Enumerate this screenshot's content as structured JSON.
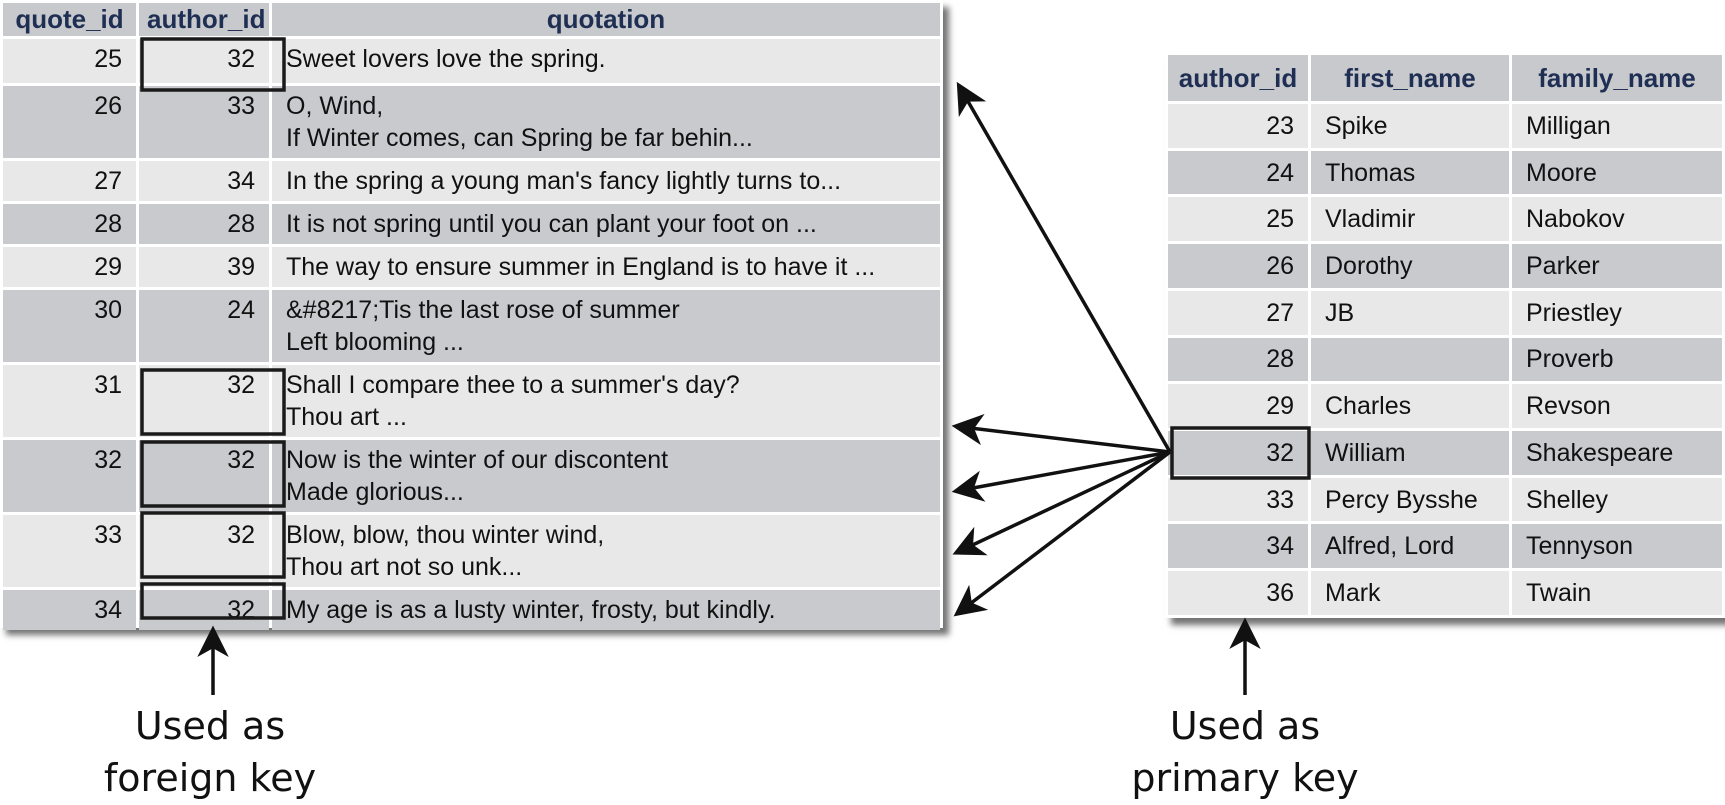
{
  "quotes_table": {
    "columns": [
      "quote_id",
      "author_id",
      "quotation"
    ],
    "rows": [
      {
        "quote_id": "25",
        "author_id": "32",
        "lines": [
          "Sweet lovers love the spring.",
          ""
        ]
      },
      {
        "quote_id": "26",
        "author_id": "33",
        "lines": [
          "O, Wind,",
          "If Winter comes, can Spring be far behin..."
        ]
      },
      {
        "quote_id": "27",
        "author_id": "34",
        "lines": [
          "In the spring a young man's fancy lightly turns to...",
          ""
        ]
      },
      {
        "quote_id": "28",
        "author_id": "28",
        "lines": [
          "It is not spring until you can plant your foot on ...",
          ""
        ]
      },
      {
        "quote_id": "29",
        "author_id": "39",
        "lines": [
          "The way to ensure summer in England is to have it ...",
          ""
        ]
      },
      {
        "quote_id": "30",
        "author_id": "24",
        "lines": [
          "&#8217;Tis the last rose of summer",
          "Left blooming ..."
        ]
      },
      {
        "quote_id": "31",
        "author_id": "32",
        "lines": [
          "Shall I compare thee to a summer's day?",
          "Thou art ..."
        ]
      },
      {
        "quote_id": "32",
        "author_id": "32",
        "lines": [
          "Now is the winter of our discontent",
          "Made glorious..."
        ]
      },
      {
        "quote_id": "33",
        "author_id": "32",
        "lines": [
          "Blow, blow, thou winter wind,",
          "Thou art not so unk..."
        ]
      },
      {
        "quote_id": "34",
        "author_id": "32",
        "lines": [
          "My age is as a lusty winter, frosty, but kindly.",
          ""
        ]
      }
    ]
  },
  "authors_table": {
    "columns": [
      "author_id",
      "first_name",
      "family_name"
    ],
    "rows": [
      {
        "author_id": "23",
        "first_name": "Spike",
        "family_name": "Milligan"
      },
      {
        "author_id": "24",
        "first_name": "Thomas",
        "family_name": "Moore"
      },
      {
        "author_id": "25",
        "first_name": "Vladimir",
        "family_name": "Nabokov"
      },
      {
        "author_id": "26",
        "first_name": "Dorothy",
        "family_name": "Parker"
      },
      {
        "author_id": "27",
        "first_name": "JB",
        "family_name": "Priestley"
      },
      {
        "author_id": "28",
        "first_name": "",
        "family_name": "Proverb"
      },
      {
        "author_id": "29",
        "first_name": "Charles",
        "family_name": "Revson"
      },
      {
        "author_id": "32",
        "first_name": "William",
        "family_name": "Shakespeare"
      },
      {
        "author_id": "33",
        "first_name": "Percy Bysshe",
        "family_name": "Shelley"
      },
      {
        "author_id": "34",
        "first_name": "Alfred, Lord",
        "family_name": "Tennyson"
      },
      {
        "author_id": "36",
        "first_name": "Mark",
        "family_name": "Twain"
      }
    ]
  },
  "highlight": {
    "author_id": "32",
    "box_color": "#1a1a1a",
    "arrow_color": "#111111"
  },
  "captions": {
    "foreign_key_line1": "Used as",
    "foreign_key_line2": "foreign key",
    "primary_key_line1": "Used as",
    "primary_key_line2": "primary key"
  },
  "colors": {
    "header_bg": "#c7c9cd",
    "header_text": "#1f2f53",
    "row_light": "#e8e8e8",
    "row_dark": "#c9cacd"
  }
}
